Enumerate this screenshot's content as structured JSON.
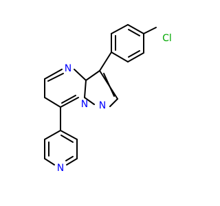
{
  "molecule": {
    "atoms": {
      "cl": {
        "symbol": "Cl",
        "color": "#00a800"
      },
      "n_ring6": {
        "symbol": "N",
        "color": "#0000ff"
      },
      "n_bridge": {
        "symbol": "N",
        "color": "#0000ff"
      },
      "n_pyrazole": {
        "symbol": "N",
        "color": "#0000ff"
      },
      "n_pyridine": {
        "symbol": "N",
        "color": "#0000ff"
      }
    },
    "bond_color": "#000000"
  }
}
